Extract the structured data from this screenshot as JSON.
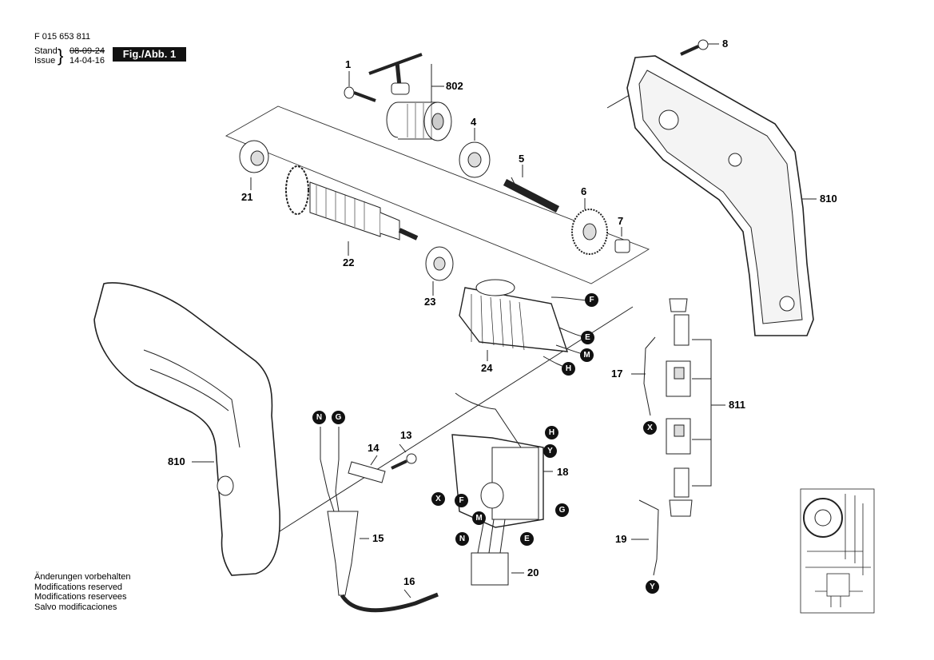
{
  "header": {
    "doc_number": "F 015 653 811",
    "stand_label": "Stand",
    "issue_label": "Issue",
    "old_date": "08-09-24",
    "new_date": "14-04-16",
    "figure_label": "Fig./Abb. 1"
  },
  "notes": [
    "Änderungen vorbehalten",
    "Modifications reserved",
    "Modifications reservees",
    "Salvo modificaciones"
  ],
  "parts": {
    "p1": "1",
    "p802": "802",
    "p4": "4",
    "p5": "5",
    "p6": "6",
    "p7": "7",
    "p8": "8",
    "p810_top": "810",
    "p21": "21",
    "p22": "22",
    "p23": "23",
    "p24": "24",
    "p810_left": "810",
    "p17": "17",
    "p811": "811",
    "p13": "13",
    "p14": "14",
    "p15": "15",
    "p16": "16",
    "p18": "18",
    "p19": "19",
    "p20": "20"
  },
  "connectors": {
    "stator_F": "F",
    "stator_E": "E",
    "stator_M": "M",
    "stator_H": "H",
    "cable_N": "N",
    "cable_G": "G",
    "switch_H": "H",
    "switch_Y": "Y",
    "switch_X": "X",
    "switch_F": "F",
    "switch_G": "G",
    "switch_M": "M",
    "switch_N": "N",
    "switch_E": "E",
    "brush_X": "X",
    "brush_Y": "Y"
  }
}
